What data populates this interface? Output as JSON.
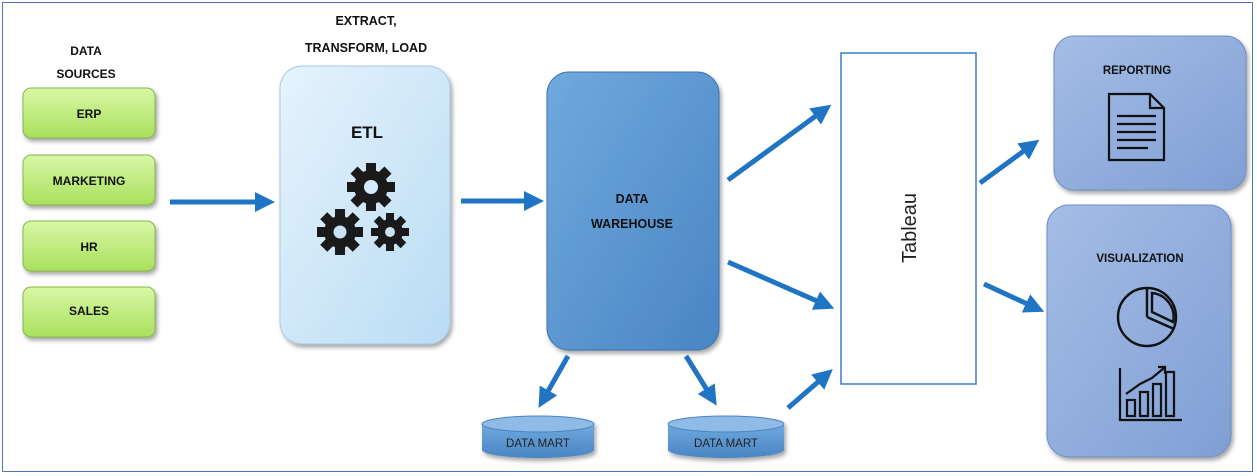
{
  "sources": {
    "title_line1": "DATA",
    "title_line2": "SOURCES",
    "items": [
      "ERP",
      "MARKETING",
      "HR",
      "SALES"
    ]
  },
  "etl": {
    "header_line1": "EXTRACT,",
    "header_line2": "TRANSFORM, LOAD",
    "label": "ETL",
    "icon": "gears-icon"
  },
  "warehouse": {
    "label_line1": "DATA",
    "label_line2": "WAREHOUSE"
  },
  "data_marts": [
    "DATA MART",
    "DATA MART"
  ],
  "tableau": {
    "label": "Tableau"
  },
  "outputs": {
    "reporting": {
      "label": "REPORTING",
      "icon": "document-icon"
    },
    "visualization": {
      "label": "VISUALIZATION",
      "icons": [
        "pie-chart-icon",
        "bar-chart-icon"
      ]
    }
  },
  "colors": {
    "arrow": "#1f74c4",
    "source_fill": "#c9f28a",
    "etl_fill": "#cfe6f8",
    "warehouse_fill": "#5b9bd5",
    "output_fill": "#8faadc",
    "mart_fill": "#5b9bd5",
    "frame_border": "#4a78b8"
  }
}
